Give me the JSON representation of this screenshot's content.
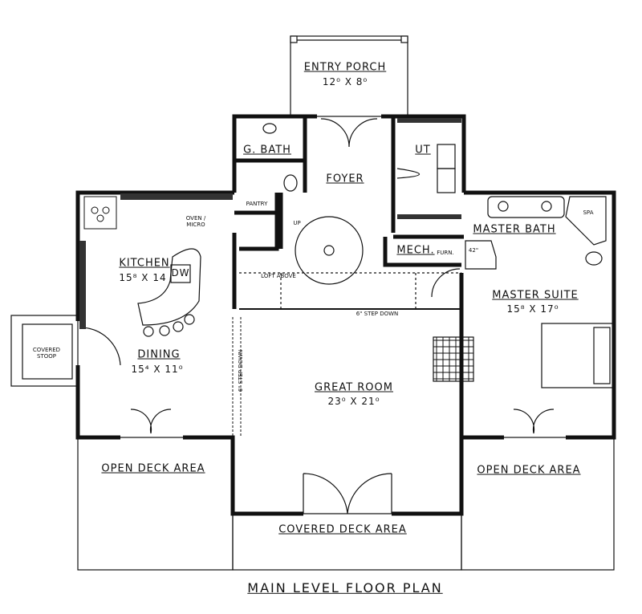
{
  "title": "MAIN LEVEL FLOOR PLAN",
  "rooms": {
    "entry_porch": {
      "name": "ENTRY PORCH",
      "dims": "12⁰ X 8⁰"
    },
    "g_bath": {
      "name": "G. BATH"
    },
    "foyer": {
      "name": "FOYER"
    },
    "ut": {
      "name": "UT"
    },
    "pantry": {
      "name": "PANTRY"
    },
    "oven": {
      "name": "OVEN /\nMICRO"
    },
    "up": {
      "name": "UP"
    },
    "mech": {
      "name": "MECH."
    },
    "furn": {
      "name": "FURN."
    },
    "master_bath": {
      "name": "MASTER BATH"
    },
    "spa": {
      "name": "SPA"
    },
    "shower": {
      "name": "42\""
    },
    "kitchen": {
      "name": "KITCHEN",
      "dims": "15⁸ X 14"
    },
    "dw": {
      "name": "DW"
    },
    "loft": {
      "name": "LOFT ABOVE"
    },
    "step_down_top": {
      "name": "6\" STEP DOWN"
    },
    "step_down_side": {
      "name": "6\" STEP DOWN"
    },
    "master_suite": {
      "name": "MASTER SUITE",
      "dims": "15⁸ X 17⁰"
    },
    "covered_stoop": {
      "name": "COVERED\nSTOOP"
    },
    "dining": {
      "name": "DINING",
      "dims": "15⁴ X 11⁰"
    },
    "great_room": {
      "name": "GREAT ROOM",
      "dims": "23⁰ X 21⁰"
    },
    "open_deck_left": {
      "name": "OPEN DECK AREA"
    },
    "open_deck_right": {
      "name": "OPEN DECK AREA"
    },
    "covered_deck": {
      "name": "COVERED DECK AREA"
    }
  }
}
